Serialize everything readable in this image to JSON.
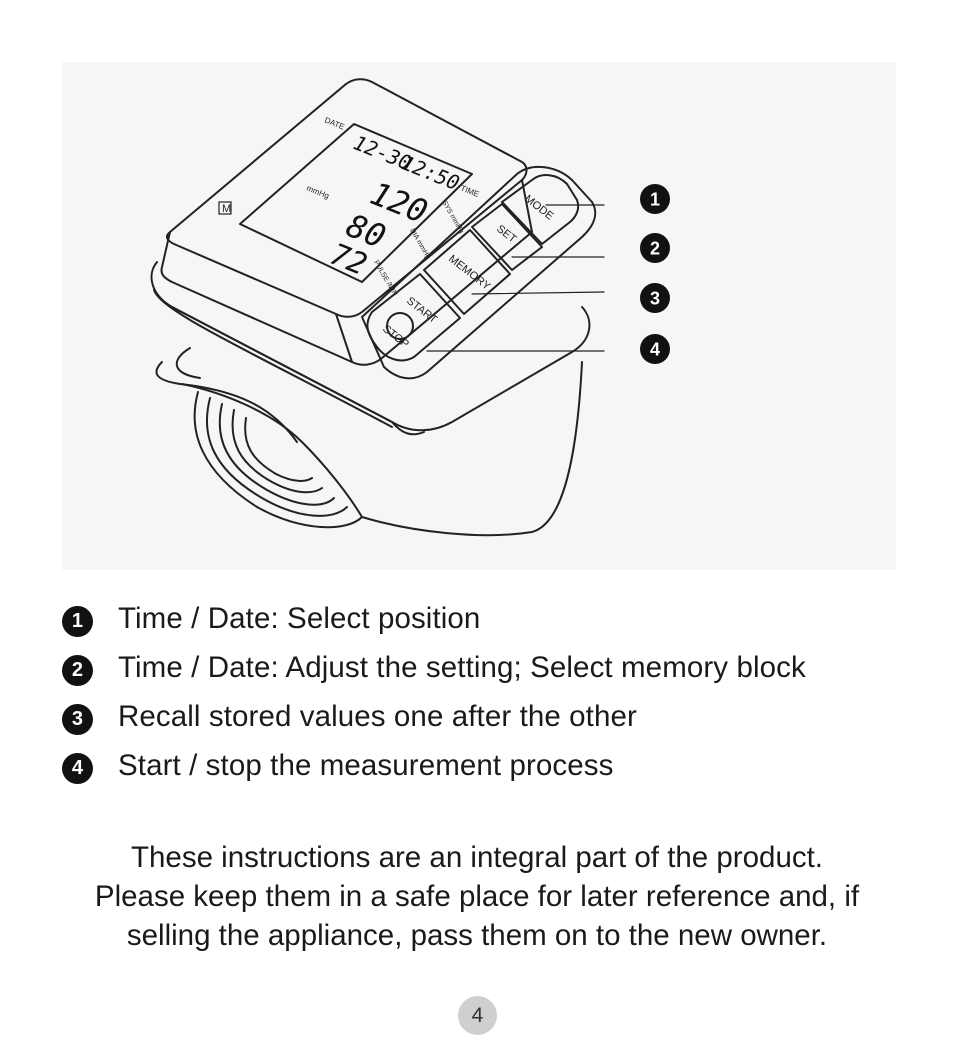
{
  "figure": {
    "device": {
      "labels": {
        "date": "DATE",
        "time": "TIME",
        "mmhg": "mmHg",
        "sys_unit": "SYS mmHg",
        "dia_unit": "DIA mmHg",
        "pulse_unit": "PULSE /MIN",
        "mi": "M"
      },
      "display": {
        "date": "12-30",
        "time": "12:50",
        "systolic": "120",
        "diastolic": "80",
        "pulse": "72"
      },
      "buttons": {
        "mode": "MODE",
        "set": "SET",
        "memory": "MEMORY",
        "start": "START",
        "stop": "STOP"
      }
    },
    "callouts": [
      "1",
      "2",
      "3",
      "4"
    ]
  },
  "legend": [
    {
      "number": "1",
      "text": "Time / Date: Select position"
    },
    {
      "number": "2",
      "text": "Time / Date: Adjust the setting; Select memory block"
    },
    {
      "number": "3",
      "text": "Recall stored values one after the other"
    },
    {
      "number": "4",
      "text": "Start / stop the measurement process"
    }
  ],
  "note": {
    "line1": "These instructions are an integral part of the product.",
    "line2": "Please keep them in a safe place for later reference and, if",
    "line3": "selling the appliance, pass them on to the new owner."
  },
  "page_number": "4"
}
